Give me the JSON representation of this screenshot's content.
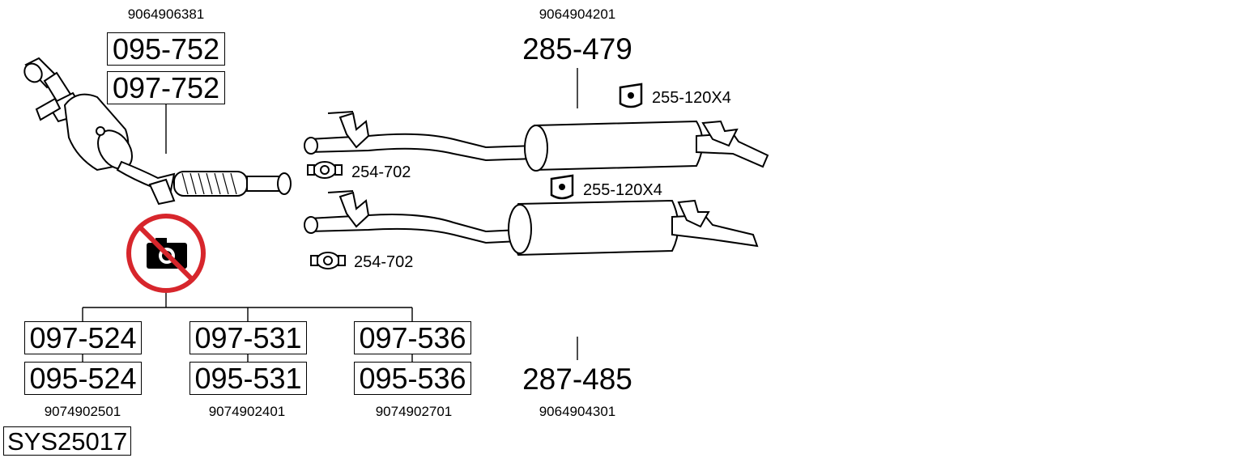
{
  "front_section": {
    "oem": "9064906381",
    "parts": [
      "095-752",
      "097-752"
    ]
  },
  "rear_section": {
    "upper_oem": "9064904201",
    "upper_part": "285-479",
    "lower_part": "287-485",
    "lower_oem": "9064904301",
    "mounts": [
      {
        "label": "255-120X4",
        "icon": "rubber-mount-icon"
      },
      {
        "label": "255-120X4",
        "icon": "rubber-mount-icon"
      }
    ],
    "clamps": [
      {
        "label": "254-702",
        "icon": "pipe-clamp-icon"
      },
      {
        "label": "254-702",
        "icon": "pipe-clamp-icon"
      }
    ]
  },
  "middle_options": [
    {
      "parts": [
        "097-524",
        "095-524"
      ],
      "oem": "9074902501"
    },
    {
      "parts": [
        "097-531",
        "095-531"
      ],
      "oem": "9074902401"
    },
    {
      "parts": [
        "097-536",
        "095-536"
      ],
      "oem": "9074902701"
    }
  ],
  "no_image_icon": "no-photo-icon",
  "system_code": "SYS25017",
  "colors": {
    "no_photo_ring": "#d7262c",
    "line": "#000000",
    "background": "#ffffff"
  }
}
